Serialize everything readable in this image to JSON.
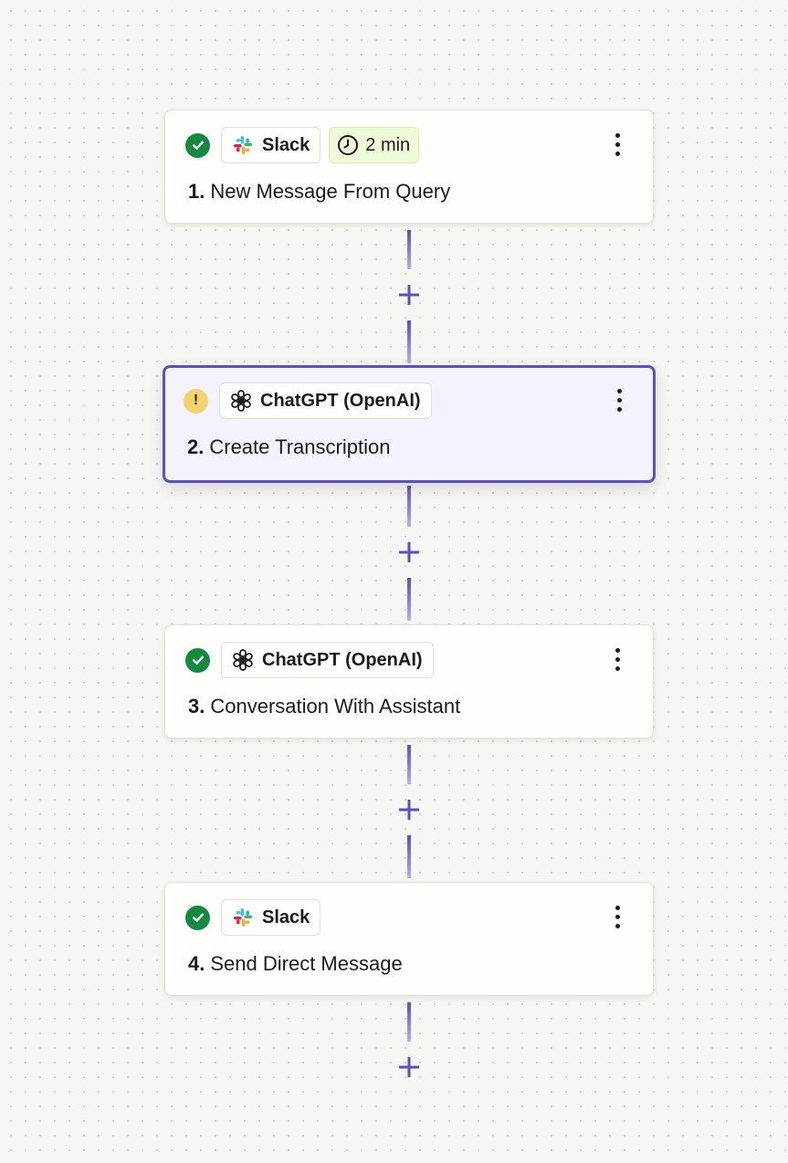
{
  "colors": {
    "accent": "#5b4fc2",
    "success": "#138a40",
    "warning": "#f4d468",
    "delay_chip_bg": "#eefbd9"
  },
  "steps": [
    {
      "number": "1.",
      "title": "New Message From Query",
      "status": "success",
      "status_icon": "check-icon",
      "app": "Slack",
      "app_icon": "slack-icon",
      "delay": "2 min",
      "delay_icon": "clock-icon",
      "selected": false
    },
    {
      "number": "2.",
      "title": "Create Transcription",
      "status": "warning",
      "status_icon": "exclamation-icon",
      "status_glyph": "!",
      "app": "ChatGPT (OpenAI)",
      "app_icon": "openai-icon",
      "selected": true
    },
    {
      "number": "3.",
      "title": "Conversation With Assistant",
      "status": "success",
      "status_icon": "check-icon",
      "app": "ChatGPT (OpenAI)",
      "app_icon": "openai-icon",
      "selected": false
    },
    {
      "number": "4.",
      "title": "Send Direct Message",
      "status": "success",
      "status_icon": "check-icon",
      "app": "Slack",
      "app_icon": "slack-icon",
      "selected": false
    }
  ],
  "menu_icon": "more-vertical-icon",
  "add_step_icon": "plus-icon"
}
